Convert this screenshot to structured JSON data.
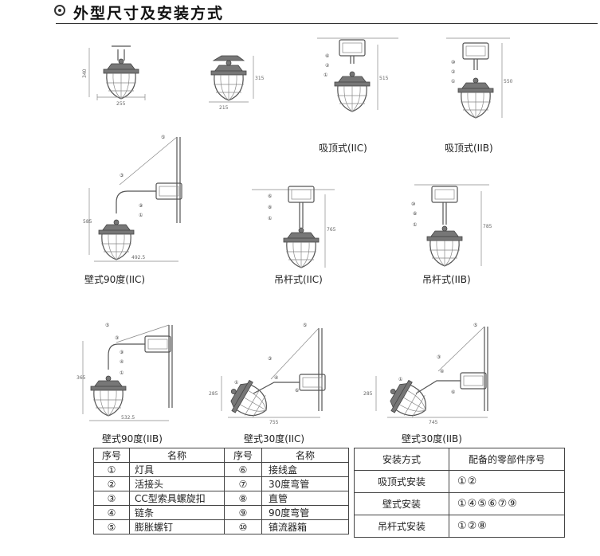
{
  "header": {
    "title": "外型尺寸及安装方式"
  },
  "captions": {
    "ceiling_iic": "吸顶式(IIC)",
    "ceiling_iib": "吸顶式(IIB)",
    "wall90_iic": "壁式90度(IIC)",
    "pendant_iic": "吊杆式(IIC)",
    "pendant_iib": "吊杆式(IIB)",
    "wall90_iib": "壁式90度(IIB)",
    "wall30_iic": "壁式30度(IIC)",
    "wall30_iib": "壁式30度(IIB)"
  },
  "dimensions": {
    "d1_w": "255",
    "d1_h": "340",
    "d2_w": "215",
    "d2_h": "315",
    "d3_h": "515",
    "d4_h": "550",
    "d5_w": "492.5",
    "d5_h": "585",
    "d6_h": "765",
    "d7_h": "785",
    "d8_w": "532.5",
    "d8_h": "365",
    "d9_w": "755",
    "d9_h": "285",
    "d10_w": "745",
    "d10_h": "285"
  },
  "parts_table": {
    "headers": [
      "序号",
      "名称",
      "序号",
      "名称"
    ],
    "rows": [
      [
        "①",
        "灯具",
        "⑥",
        "接线盒"
      ],
      [
        "②",
        "活接头",
        "⑦",
        "30度弯管"
      ],
      [
        "③",
        "CC型索具螺旋扣",
        "⑧",
        "直管"
      ],
      [
        "④",
        "链条",
        "⑨",
        "90度弯管"
      ],
      [
        "⑤",
        "膨胀螺钉",
        "⑩",
        "镇流器箱"
      ]
    ]
  },
  "install_table": {
    "headers": [
      "安装方式",
      "配备的零部件序号"
    ],
    "rows": [
      [
        "吸顶式安装",
        "①②"
      ],
      [
        "壁式安装",
        "①④⑤⑥⑦⑨"
      ],
      [
        "吊杆式安装",
        "①②⑧"
      ]
    ]
  }
}
